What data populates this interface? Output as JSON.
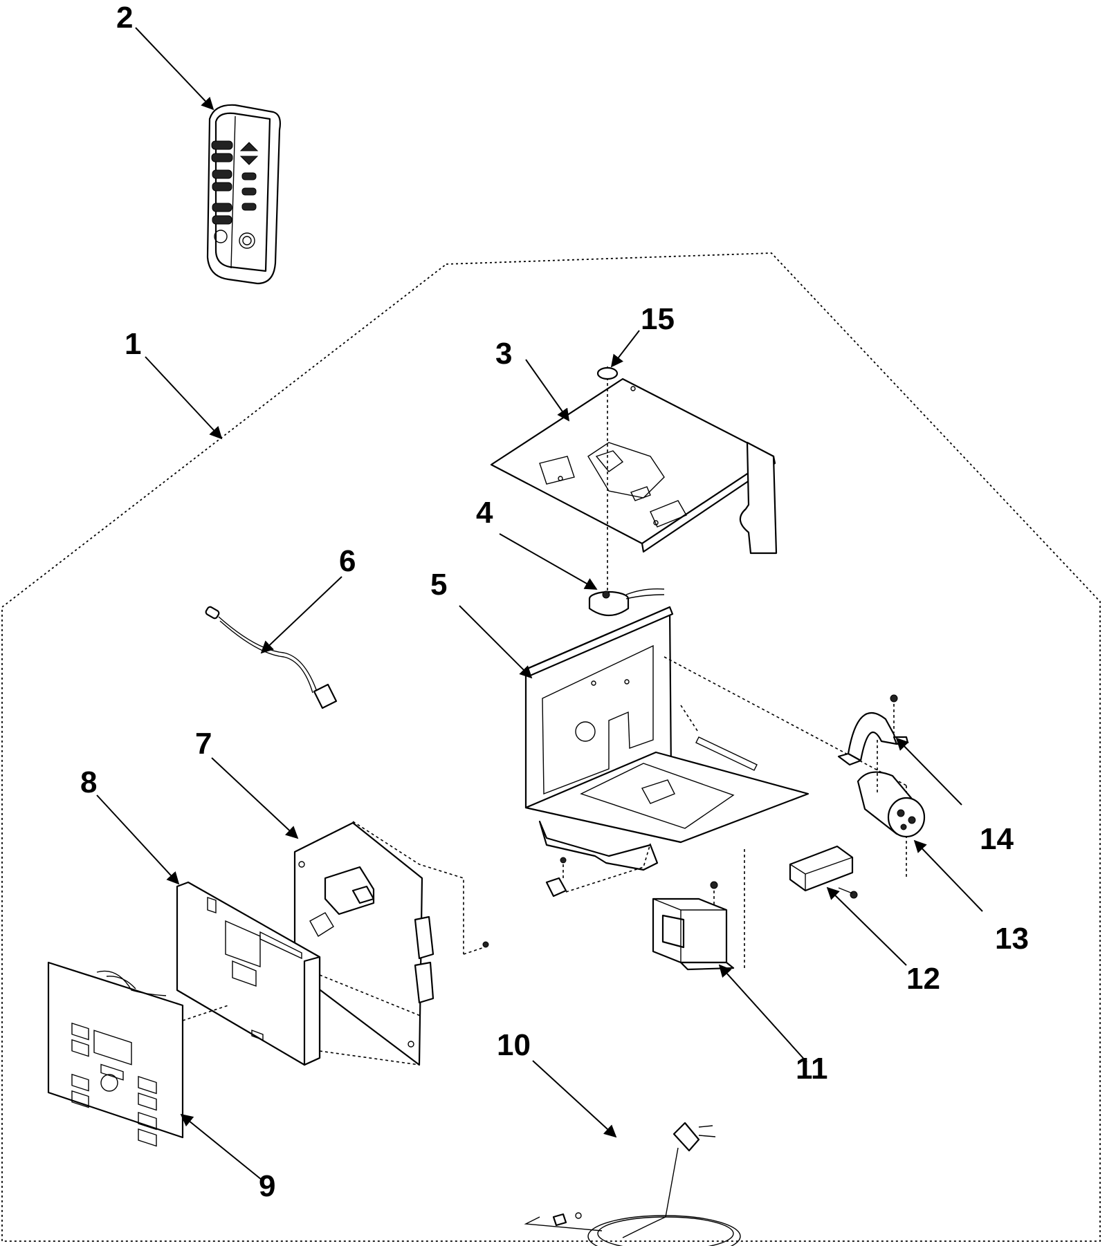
{
  "diagram": {
    "type": "exploded-parts-diagram",
    "callouts": [
      "1",
      "2",
      "3",
      "4",
      "5",
      "6",
      "7",
      "8",
      "9",
      "10",
      "11",
      "12",
      "13",
      "14",
      "15"
    ]
  }
}
